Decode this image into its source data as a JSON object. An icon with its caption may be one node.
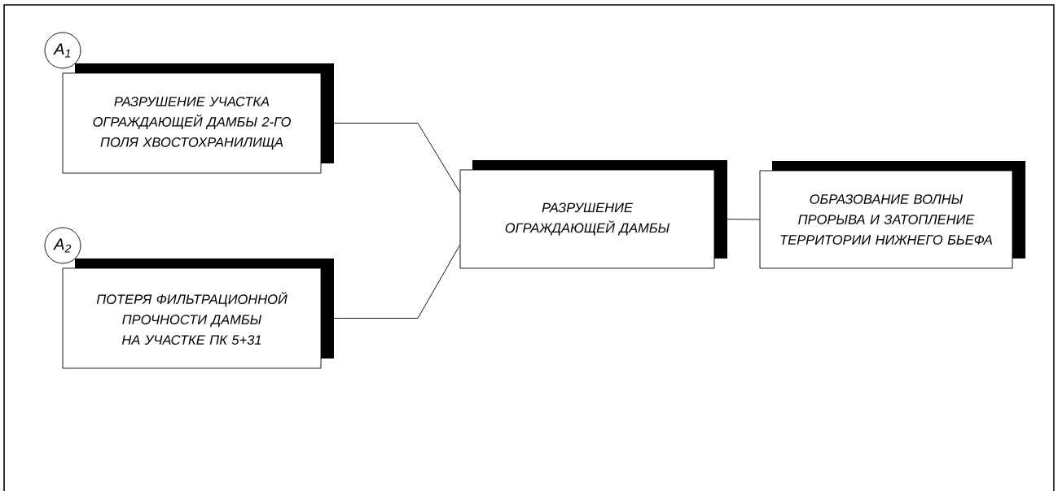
{
  "diagram": {
    "nodes": [
      {
        "text": [
          "A$_{1}$"
        ]
      },
      {
        "text": [
          "РАЗРУШЕНИЕ УЧАСТКА ОГРАЖДАЮЩЕЙ ДАМБЫ 2-ГО ПОЛЯ ХВОСТОХРАНИЛИЩА"
        ]
      },
      {
        "text": [
          "A$_{2}$"
        ]
      },
      {
        "text": [
          "ПОТЕРЯ ФИЛЬТРАЦИОННОЙ ПРОЧНОСТИ ДАМБЫ НА УЧАСТКЕ ПК 5+31"
        ]
      },
      {
        "text": [
          "РАЗРУШЕНИЕ ОГРАЖДАЮЩЕЙ ДАМБЫ"
        ]
      },
      {
        "text": [
          "ОБРАЗОВАНИЕ ВОЛНЫ ПРОРЫВА И ЗАТОПЛЕНИЕ ТЕРРИТОРИИ НИЖНЕГО БЬЕФА"
        ]
      }
    ],
    "edges": [
      {
        "from": 1,
        "to": 4,
        "arrow": "none"
      },
      {
        "from": 3,
        "to": 4,
        "arrow": "none"
      },
      {
        "from": 4,
        "to": 5,
        "arrow": "none"
      }
    ]
  }
}
